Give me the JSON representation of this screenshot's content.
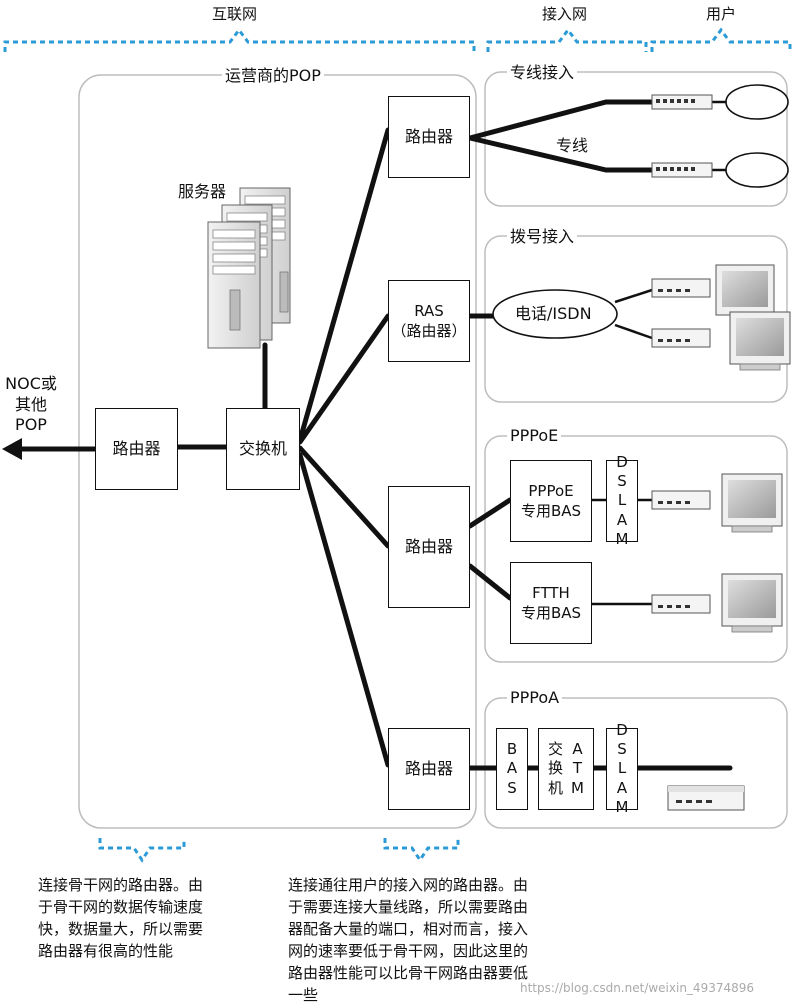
{
  "headers": {
    "internet": "互联网",
    "access_network": "接入网",
    "user": "用户"
  },
  "pop": {
    "title": "运营商的POP",
    "servers_label": "服务器",
    "backbone_router": "路由器",
    "switch": "交换机",
    "router_leased": "路由器",
    "ras": "RAS\n（路由器）",
    "router_pppoe": "路由器",
    "router_pppoa": "路由器"
  },
  "noc_label": "NOC或\n其他\nPOP",
  "sections": {
    "leased_line": {
      "title": "专线接入",
      "line_label": "专线"
    },
    "dialup": {
      "title": "拨号接入",
      "cloud_label": "电话/ISDN"
    },
    "pppoe": {
      "title": "PPPoE",
      "bas_label": "PPPoE\n专用BAS",
      "ftth_label": "FTTH\n专用BAS",
      "dslam_chars": [
        "D",
        "S",
        "L",
        "A",
        "M"
      ]
    },
    "pppoa": {
      "title": "PPPoA",
      "bas_chars": [
        "B",
        "A",
        "S"
      ],
      "switch_chars": [
        "交",
        "换",
        "机"
      ],
      "atm_chars": [
        "A",
        "T",
        "M"
      ],
      "dslam_chars": [
        "D",
        "S",
        "L",
        "A",
        "M"
      ]
    }
  },
  "notes": {
    "left": [
      "连接骨干网的路由器。由",
      "于骨干网的数据传输速度",
      "快，数据量大，所以需要",
      "路由器有很高的性能"
    ],
    "right": [
      "连接通往用户的接入网的路由器。由",
      "于需要连接大量线路，所以需要路由",
      "器配备大量的端口，相对而言，接入",
      "网的速率要低于骨干网，因此这里的",
      "路由器性能可以比骨干网路由器要低",
      "一些"
    ]
  },
  "watermark": "https://blog.csdn.net/weixin_49374896",
  "colors": {
    "brace": "#2b9ad6",
    "panel_border": "#bdbdbd",
    "line": "#111111"
  }
}
